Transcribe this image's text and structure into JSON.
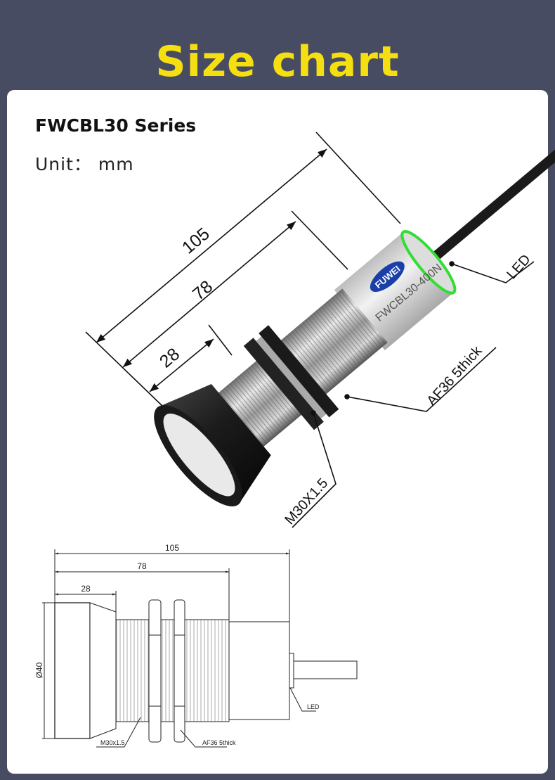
{
  "header": {
    "title": "Size chart"
  },
  "card": {
    "series": "FWCBL30 Series",
    "unit": "Unit： mm"
  },
  "render_3d": {
    "dim_overall": "105",
    "dim_thread_end": "78",
    "dim_cap": "28",
    "led_label": "LED",
    "nut_label": "AF36 5thick",
    "thread_label": "M30X1.5",
    "model_print": "FWCBL30-400N",
    "brand_logo": "FUWEI"
  },
  "drawing_2d": {
    "dim_overall": "105",
    "dim_thread_end": "78",
    "dim_cap": "28",
    "diameter": "Ø40",
    "thread_label": "M30x1.5",
    "nut_label": "AF36 5thick",
    "led_label": "LED"
  },
  "colors": {
    "background": "#474c62",
    "title": "#f6df10",
    "led": "#33dd33",
    "logo": "#1a3fa8"
  }
}
